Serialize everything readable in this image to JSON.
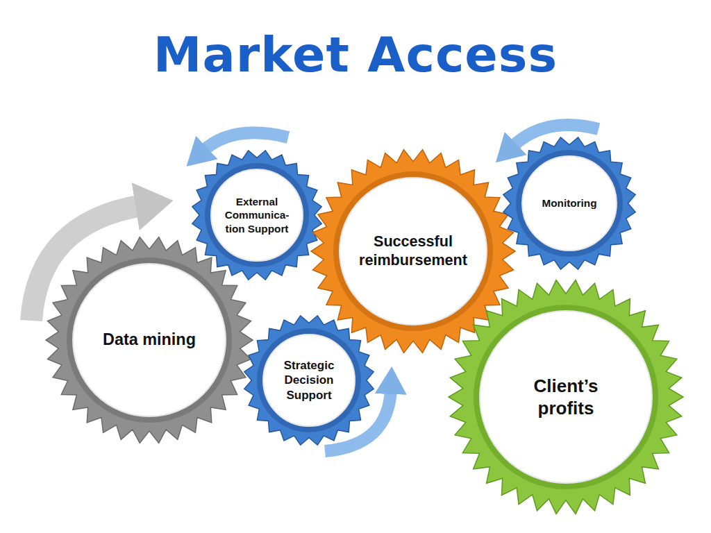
{
  "diagram": {
    "title": "Market Access",
    "nodes": [
      {
        "text": [
          "External Communica- tion Support"
        ]
      },
      {
        "text": [
          "Successful reimbursement"
        ]
      },
      {
        "text": [
          "Monitoring"
        ]
      },
      {
        "text": [
          "Data mining"
        ]
      },
      {
        "text": [
          "Strategic Decision Support"
        ]
      },
      {
        "text": [
          "Client’s profits"
        ]
      }
    ]
  }
}
